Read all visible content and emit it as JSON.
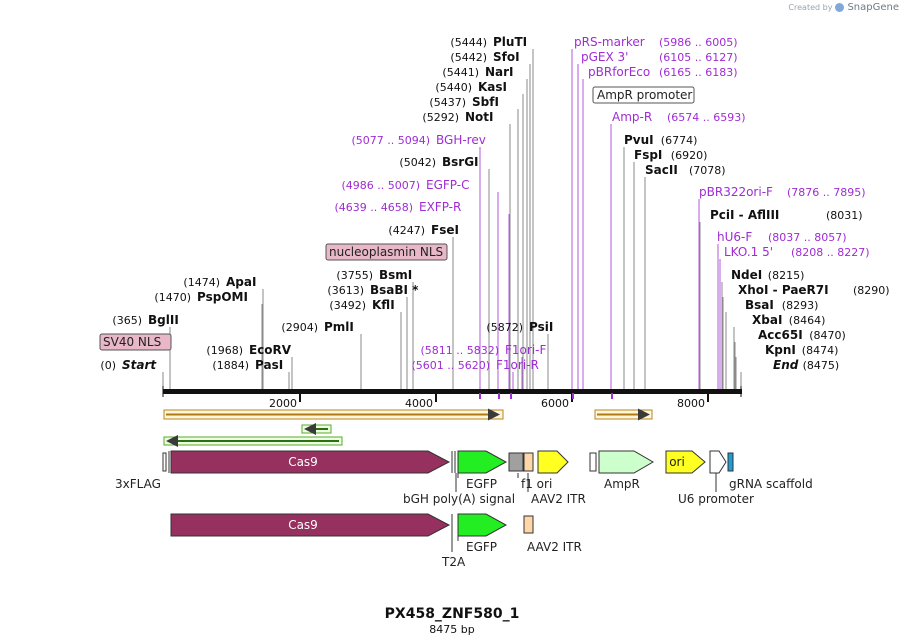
{
  "credit": {
    "prefix": "Created by",
    "brand": "SnapGene"
  },
  "plasmid": {
    "name": "PX458_ZNF580_1",
    "length_label": "8475 bp"
  },
  "ruler": {
    "ticks": [
      "2000",
      "4000",
      "6000",
      "8000"
    ]
  },
  "sites": [
    {
      "pos": "(5444)",
      "name": "PluTI"
    },
    {
      "pos": "(5442)",
      "name": "SfoI"
    },
    {
      "pos": "(5441)",
      "name": "NarI"
    },
    {
      "pos": "(5440)",
      "name": "KasI"
    },
    {
      "pos": "(5437)",
      "name": "SbfI"
    },
    {
      "pos": "(5292)",
      "name": "NotI"
    },
    {
      "pos": "(5042)",
      "name": "BsrGI"
    },
    {
      "pos": "(4247)",
      "name": "FseI"
    },
    {
      "pos": "(3755)",
      "name": "BsmI"
    },
    {
      "pos": "(3613)",
      "name": "BsaBI *"
    },
    {
      "pos": "(3492)",
      "name": "KflI"
    },
    {
      "pos": "(1474)",
      "name": "ApaI"
    },
    {
      "pos": "(1470)",
      "name": "PspOMI"
    },
    {
      "pos": "(2904)",
      "name": "PmlI"
    },
    {
      "pos": "(365)",
      "name": "BglII"
    },
    {
      "pos": "(1968)",
      "name": "EcoRV"
    },
    {
      "pos": "(1884)",
      "name": "PasI"
    },
    {
      "pos": "(5872)",
      "name": "PsiI"
    },
    {
      "pos": "(6774)",
      "name": "PvuI"
    },
    {
      "pos": "(6920)",
      "name": "FspI"
    },
    {
      "pos": "(7078)",
      "name": "SacII"
    },
    {
      "pos": "(8031)",
      "name": "PciI  -  AflIII"
    },
    {
      "pos": "(8215)",
      "name": "NdeI"
    },
    {
      "pos": "(8290)",
      "name": "XhoI  -  PaeR7I"
    },
    {
      "pos": "(8293)",
      "name": "BsaI"
    },
    {
      "pos": "(8464)",
      "name": "XbaI"
    },
    {
      "pos": "(8470)",
      "name": "Acc65I"
    },
    {
      "pos": "(8474)",
      "name": "KpnI"
    },
    {
      "pos": "(0)",
      "name": "Start"
    },
    {
      "pos": "(8475)",
      "name": "End"
    }
  ],
  "primers": [
    {
      "name": "pRS-marker",
      "range": "(5986 .. 6005)"
    },
    {
      "name": "pGEX 3'",
      "range": "(6105 .. 6127)"
    },
    {
      "name": "pBRforEco",
      "range": "(6165 .. 6183)"
    },
    {
      "name": "Amp-R",
      "range": "(6574 .. 6593)"
    },
    {
      "name": "BGH-rev",
      "range": "(5077 .. 5094)"
    },
    {
      "name": "EGFP-C",
      "range": "(4986 .. 5007)"
    },
    {
      "name": "EXFP-R",
      "range": "(4639 .. 4658)"
    },
    {
      "name": "pBR322ori-F",
      "range": "(7876 .. 7895)"
    },
    {
      "name": "hU6-F",
      "range": "(8037 .. 8057)"
    },
    {
      "name": "LKO.1 5'",
      "range": "(8208 .. 8227)"
    },
    {
      "name": "F1ori-F",
      "range": "(5811 .. 5832)"
    },
    {
      "name": "F1ori-R",
      "range": "(5601 .. 5620)"
    }
  ],
  "boxed_features": [
    {
      "name": "AmpR promoter"
    },
    {
      "name": "nucleoplasmin NLS"
    },
    {
      "name": "SV40 NLS"
    }
  ],
  "features": {
    "cas9": "Cas9",
    "ori": "ori",
    "three_x_flag": "3xFLAG",
    "egfp": "EGFP",
    "bgh": "bGH poly(A) signal",
    "f1": "f1 ori",
    "aav2": "AAV2 ITR",
    "ampr": "AmpR",
    "u6": "U6 promoter",
    "grna": "gRNA scaffold",
    "t2a": "T2A"
  },
  "colors": {
    "cas9": "#96305e",
    "egfp": "#22ee22",
    "aav2": "#ffd6a8",
    "ori": "#ffff22",
    "ampr": "#ccffcc",
    "primer": "#9f2cd4",
    "orf_orange": "#f4b42c",
    "orf_green": "#7ad640"
  }
}
